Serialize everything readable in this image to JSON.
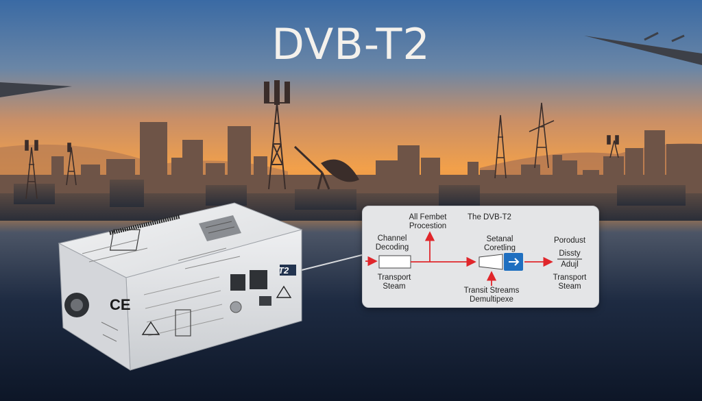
{
  "title": "DVB-T2",
  "device": {
    "ce_mark": "CE",
    "brand_badge": "T2"
  },
  "diagram": {
    "top_left": "All Fembet\nProcestion",
    "top_right": "The DVB-T2",
    "channel_decoding": "Channel\nDecoding",
    "setanal": "Setanal\nCoretling",
    "porodust": "Porodust",
    "dissty": "Dissty",
    "adujl": "Adujl",
    "transport_left": "Transport\nSteam",
    "transport_right": "Transport\nSteam",
    "demux": "Transit Streams\nDemultipexe"
  },
  "colors": {
    "arrow_red": "#e0262b",
    "arrow_blue": "#1f6fc0",
    "sky_top": "#3d6ea7",
    "sky_orange": "#f2a24a"
  }
}
